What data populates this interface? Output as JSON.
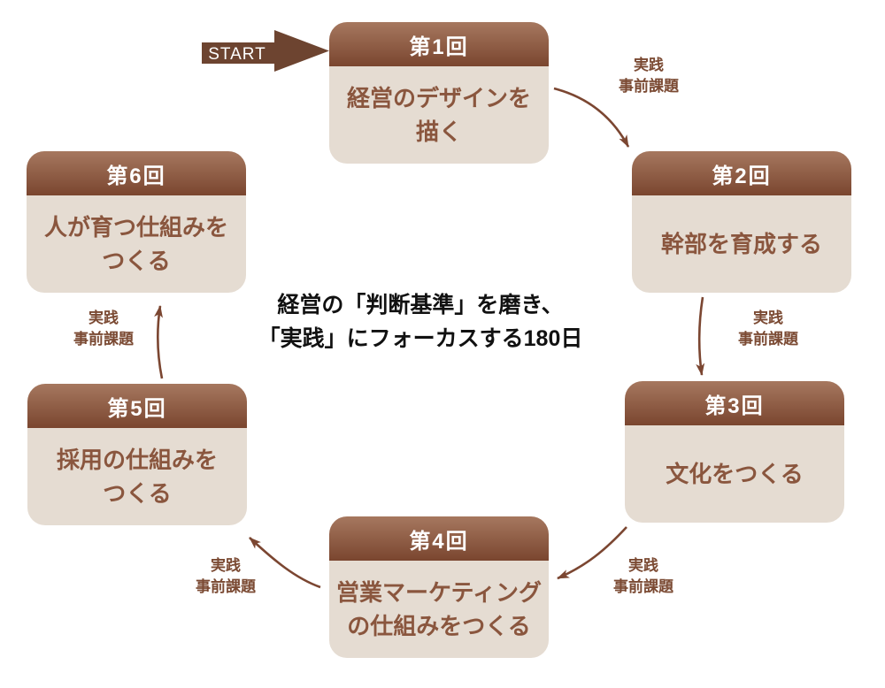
{
  "colors": {
    "header_gradient_top": "#a6785f",
    "header_gradient_bottom": "#7a462f",
    "box_body_bg": "#e5dcd2",
    "box_body_text": "#8a563e",
    "edge_label_text": "#7b4a33",
    "arrow_stroke": "#7b4631",
    "start_arrow_fill": "#6d4430",
    "headline_text": "#111111"
  },
  "headline": {
    "lines": [
      "経営の「判断基準」を磨き、",
      "「実践」にフォーカスする180日"
    ]
  },
  "start": {
    "label": "START"
  },
  "sessions": [
    {
      "header": "第1回",
      "lines": [
        "経営のデザインを",
        "描く"
      ]
    },
    {
      "header": "第2回",
      "lines": [
        "幹部を育成する"
      ]
    },
    {
      "header": "第3回",
      "lines": [
        "文化をつくる"
      ]
    },
    {
      "header": "第4回",
      "lines": [
        "営業マーケティング",
        "の仕組みをつくる"
      ]
    },
    {
      "header": "第5回",
      "lines": [
        "採用の仕組みを",
        "つくる"
      ]
    },
    {
      "header": "第6回",
      "lines": [
        "人が育つ仕組みを",
        "つくる"
      ]
    }
  ],
  "edges": [
    {
      "from": "第1回",
      "to": "第2回",
      "label_lines": [
        "実践",
        "事前課題"
      ]
    },
    {
      "from": "第2回",
      "to": "第3回",
      "label_lines": [
        "実践",
        "事前課題"
      ]
    },
    {
      "from": "第3回",
      "to": "第4回",
      "label_lines": [
        "実践",
        "事前課題"
      ]
    },
    {
      "from": "第4回",
      "to": "第5回",
      "label_lines": [
        "実践",
        "事前課題"
      ]
    },
    {
      "from": "第5回",
      "to": "第6回",
      "label_lines": [
        "実践",
        "事前課題"
      ]
    }
  ]
}
